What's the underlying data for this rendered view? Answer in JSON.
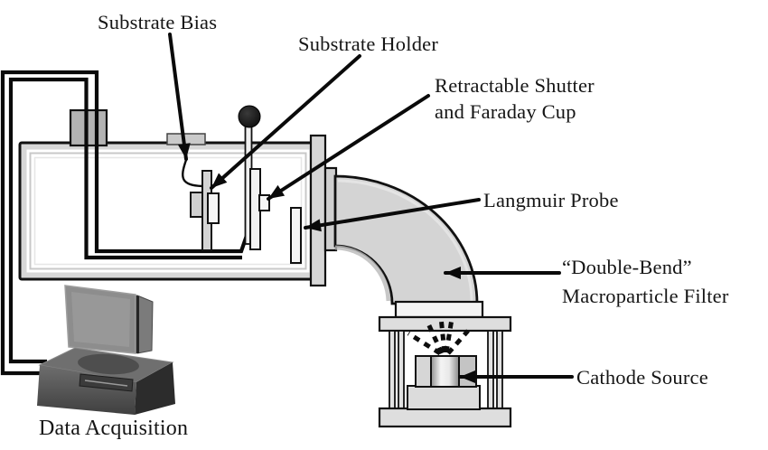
{
  "figure": {
    "type": "schematic-diagram",
    "description": "Vacuum arc deposition system schematic with double-bend macroparticle filter",
    "background": "#ffffff",
    "labels": {
      "substrate_bias": "Substrate Bias",
      "substrate_holder": "Substrate Holder",
      "shutter_line1": "Retractable Shutter",
      "shutter_line2": "and Faraday Cup",
      "langmuir_probe": "Langmuir Probe",
      "filter_line1": "“Double-Bend”",
      "filter_line2": "Macroparticle Filter",
      "cathode_source": "Cathode Source",
      "data_acquisition": "Data Acquisition"
    },
    "colors": {
      "outline": "#111111",
      "wire": "#0a0a0a",
      "chamber_fill": "#d7d7d7",
      "tube_fill": "#d4d4d4",
      "flange_fill": "#d6d6d6",
      "stand_fill": "#dedede",
      "computer_gray": "#8d8d8d",
      "computer_dark": "#4e4e4e",
      "text": "#151515"
    }
  }
}
